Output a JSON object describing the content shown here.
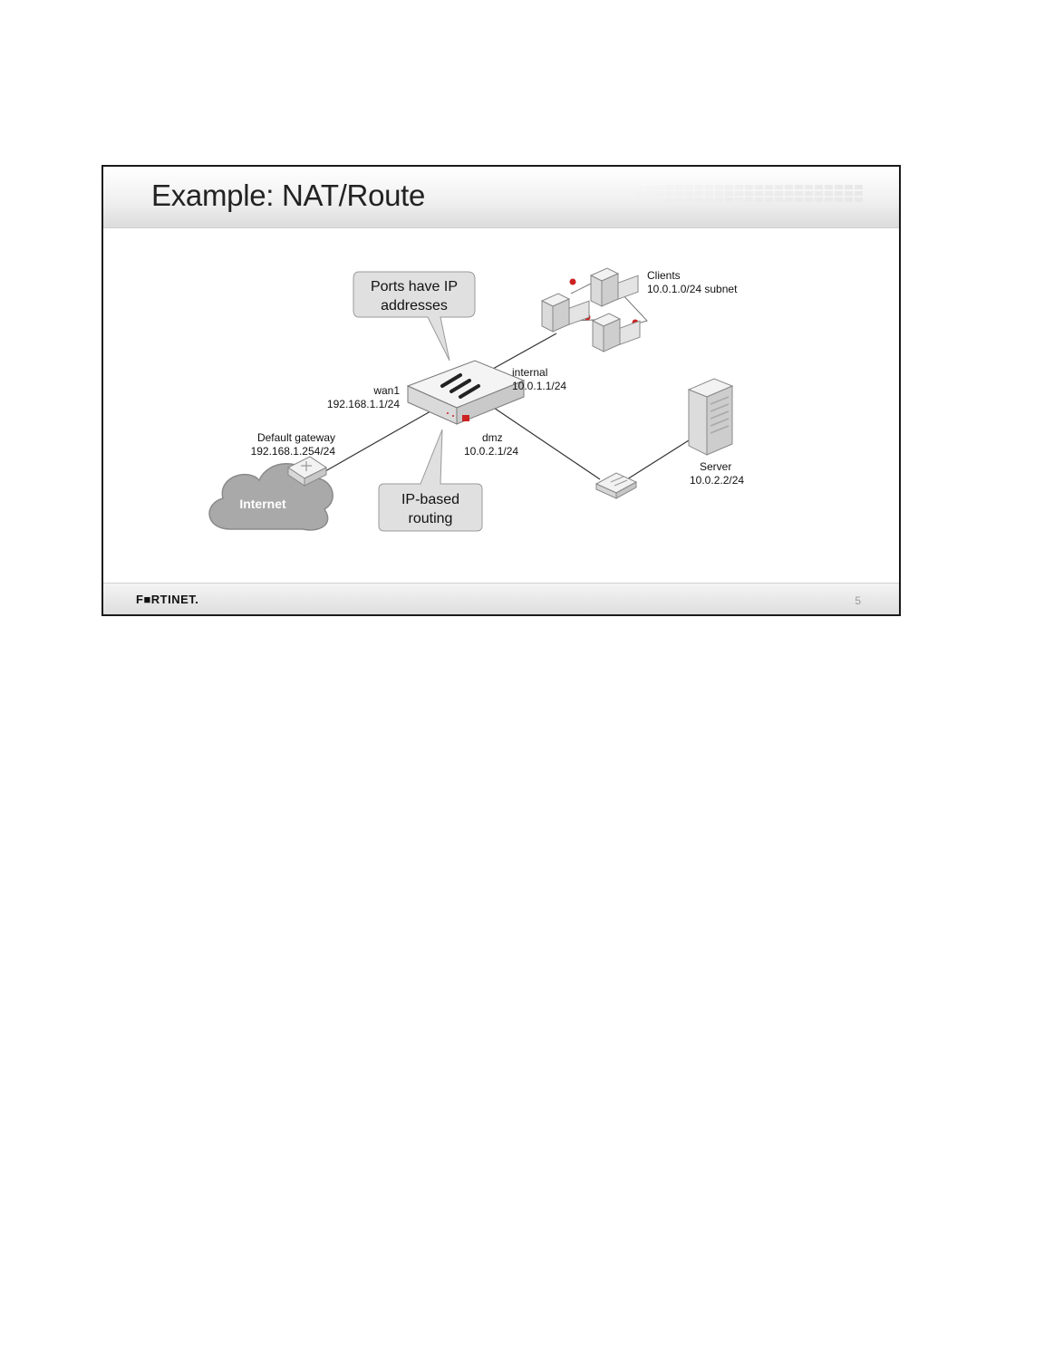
{
  "slide": {
    "title": "Example: NAT/Route",
    "page_number": "5",
    "brand": "F■RTINET."
  },
  "callouts": {
    "top": [
      "Ports have IP",
      "addresses"
    ],
    "bottom": [
      "IP-based",
      "routing"
    ]
  },
  "labels": {
    "wan1_name": "wan1",
    "wan1_ip": "192.168.1.1/24",
    "gateway_name": "Default gateway",
    "gateway_ip": "192.168.1.254/24",
    "internal_name": "internal",
    "internal_ip": "10.0.1.1/24",
    "dmz_name": "dmz",
    "dmz_ip": "10.0.2.1/24",
    "clients_name": "Clients",
    "clients_subnet": "10.0.1.0/24 subnet",
    "server_name": "Server",
    "server_ip": "10.0.2.2/24",
    "internet": "Internet"
  },
  "colors": {
    "link_dot": "#cc2222",
    "cloud": "#a9a9a9",
    "callout": "#e0e0e0"
  },
  "icons": [
    "firewall-icon",
    "router-icon",
    "switch-icon",
    "client-computer-icon",
    "server-icon",
    "cloud-icon",
    "fortinet-logo-icon"
  ]
}
